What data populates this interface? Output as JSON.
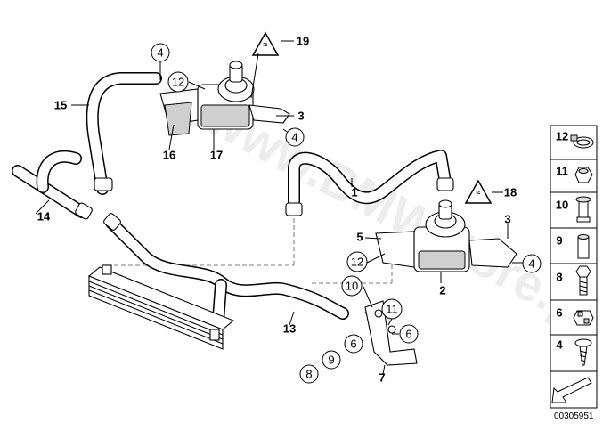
{
  "watermark": "www.BMWstore.pl",
  "diagram_ref": "00305951",
  "callouts": {
    "c1": "1",
    "c2": "2",
    "c3a": "3",
    "c3b": "3",
    "c4a": "4",
    "c4b": "4",
    "c4c": "4",
    "c5": "5",
    "c6a": "6",
    "c6b": "6",
    "c7": "7",
    "c8": "8",
    "c9": "9",
    "c10": "10",
    "c11": "11",
    "c12a": "12",
    "c12b": "12",
    "c13": "13",
    "c14": "14",
    "c15": "15",
    "c16": "16",
    "c17": "17",
    "c18": "18",
    "c19": "19"
  },
  "parts_panel": [
    "12",
    "11",
    "10",
    "9",
    "8",
    "6",
    "4"
  ]
}
